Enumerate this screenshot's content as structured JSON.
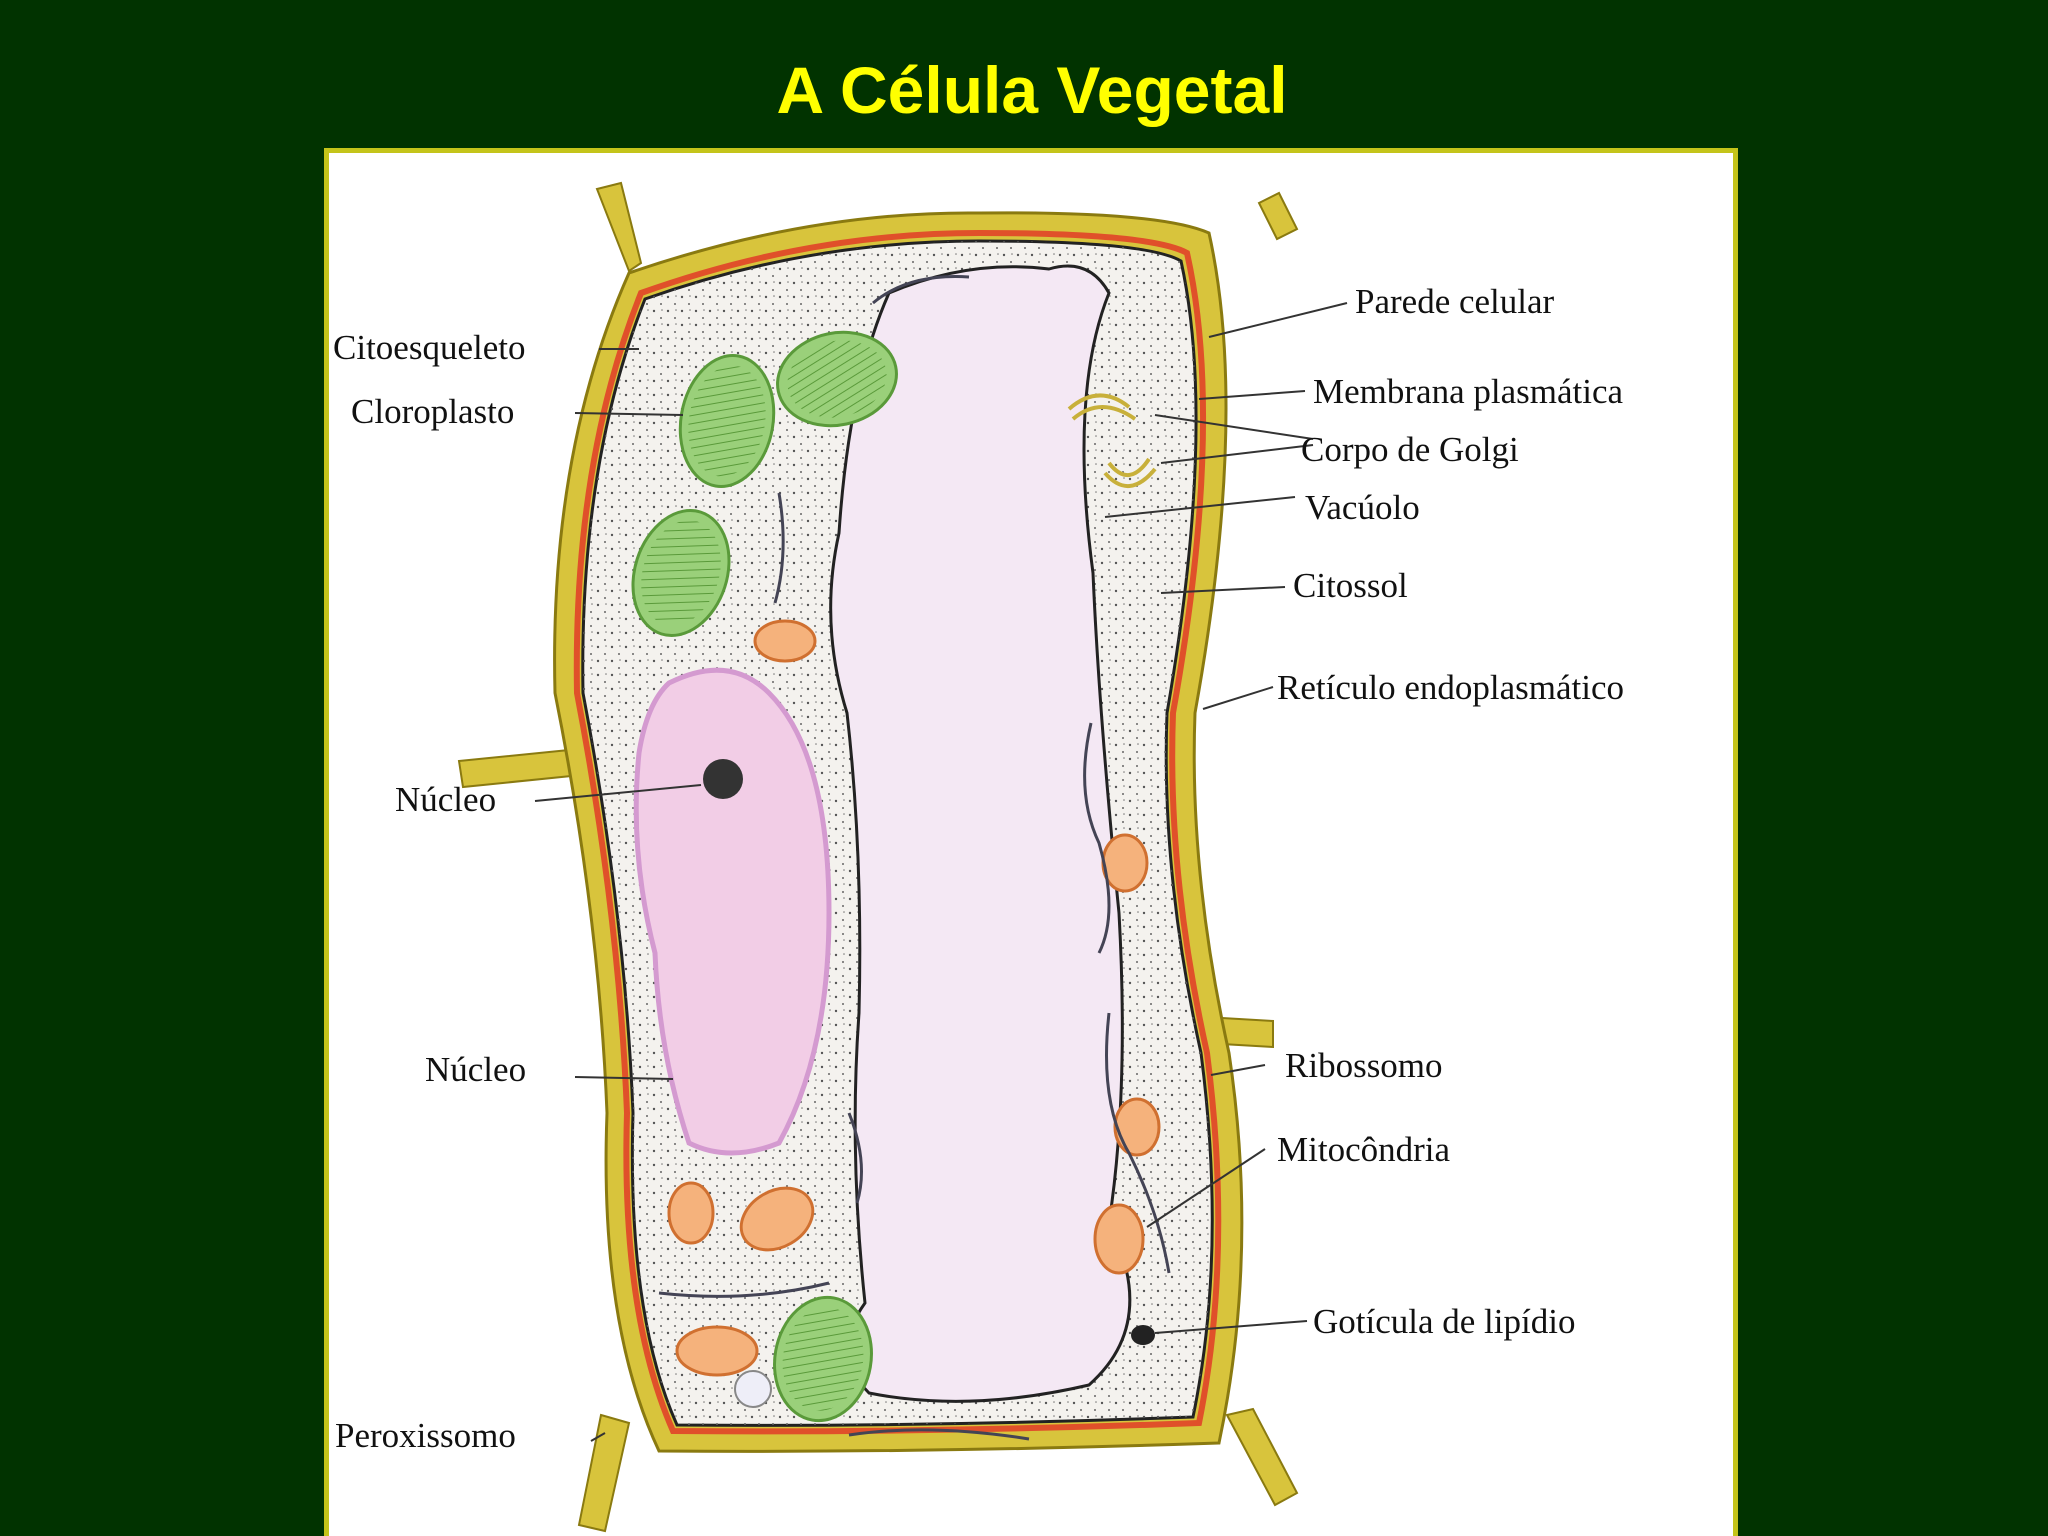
{
  "title": "A Célula Vegetal",
  "colors": {
    "background": "#013300",
    "title": "#ffff00",
    "frame_border": "#c4c41a",
    "cell_wall": "#d8c43c",
    "membrane": "#e0502a",
    "cytosol": "#f4f2ee",
    "vacuole": "#f4e8f4",
    "chloroplast": "#9ad07a",
    "nucleus": "#f2cde6",
    "mitochondrion": "#f5b27c"
  },
  "labels": {
    "citoesqueleto": "Citoesqueleto",
    "cloroplasto": "Cloroplasto",
    "nucleo_1": "Núcleo",
    "nucleo_2": "Núcleo",
    "peroxissomo": "Peroxissomo",
    "parede_celular": "Parede celular",
    "membrana_plasmatica": "Membrana plasmática",
    "corpo_golgi": "Corpo de Golgi",
    "vacuolo": "Vacúolo",
    "citossol": "Citossol",
    "reticulo": "Retículo endoplasmático",
    "ribossomo": "Ribossomo",
    "mitocondria": "Mitocôndria",
    "goticula": "Gotícula de lipídio"
  }
}
